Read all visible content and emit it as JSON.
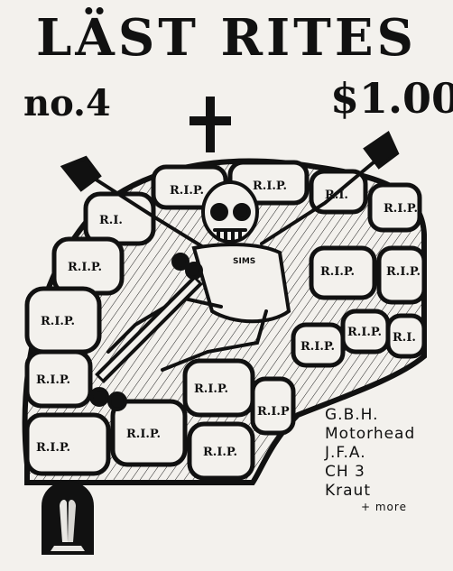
{
  "cover": {
    "title": "LÄST RITES",
    "issue": "no.4",
    "price": "$1.00"
  },
  "illustration": {
    "tombstone_text": "R.I.P.",
    "deck_text": "SIMS"
  },
  "lineup": [
    "G.B.H.",
    "Motorhead",
    "J.F.A.",
    "CH 3",
    "Kraut",
    "+ more"
  ],
  "icons": [
    "cross-icon",
    "praying-hands-icon",
    "skeleton-skater-illustration"
  ],
  "colors": {
    "ink": "#111111",
    "paper": "#f3f1ed"
  }
}
